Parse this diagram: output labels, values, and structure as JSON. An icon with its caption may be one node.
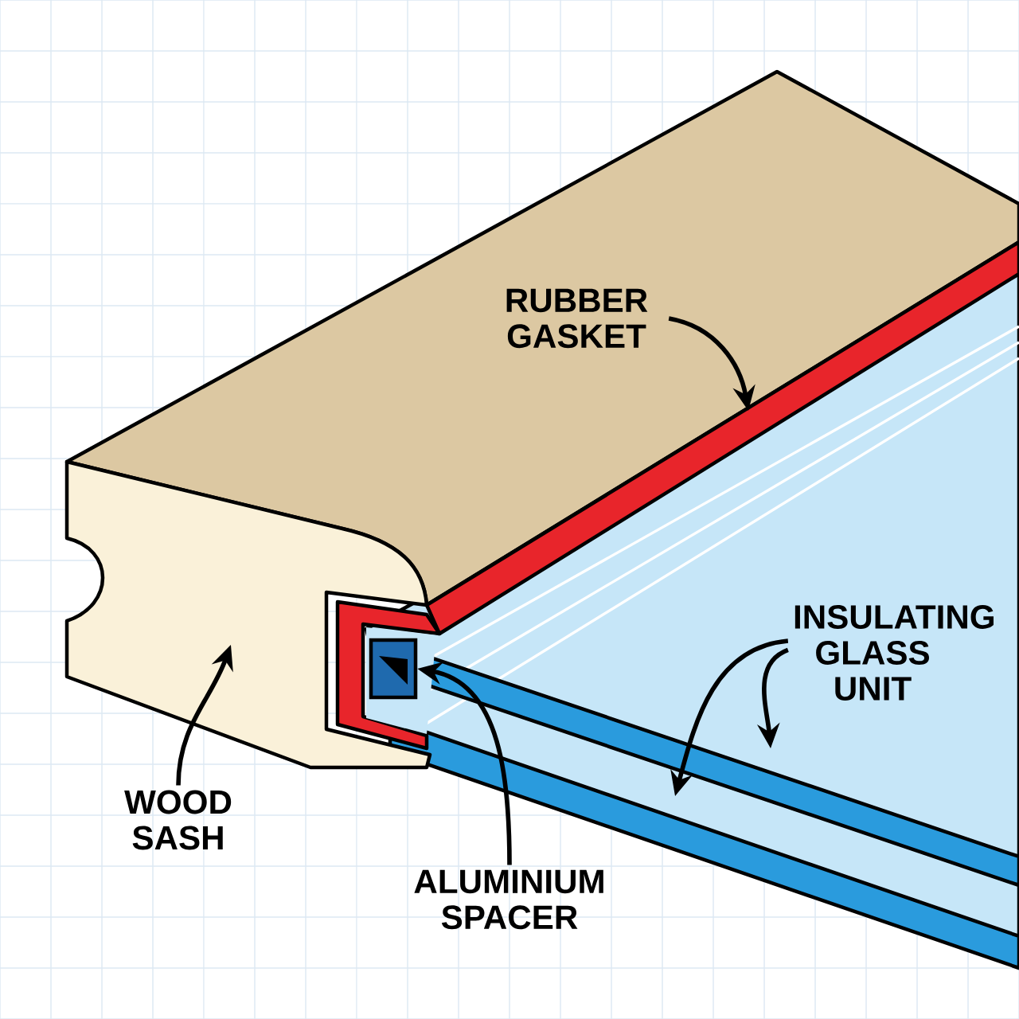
{
  "diagram": {
    "nodes": [
      {
        "text": [
          "RUBBER GASKET"
        ]
      },
      {
        "text": [
          "WOOD SASH"
        ]
      },
      {
        "text": [
          "ALUMINIUM SPACER"
        ]
      },
      {
        "text": [
          "INSULATING GLASS UNIT"
        ]
      },
      {
        "text": [],
        "shape": "box"
      }
    ],
    "edges": [
      {
        "from": 0,
        "to": null,
        "arrow": "to"
      },
      {
        "from": 1,
        "to": null,
        "arrow": "to"
      },
      {
        "from": 2,
        "to": 4,
        "arrow": "to"
      },
      {
        "from": 3,
        "to": null,
        "arrow": "to"
      },
      {
        "from": 3,
        "to": null,
        "arrow": "to"
      }
    ]
  }
}
